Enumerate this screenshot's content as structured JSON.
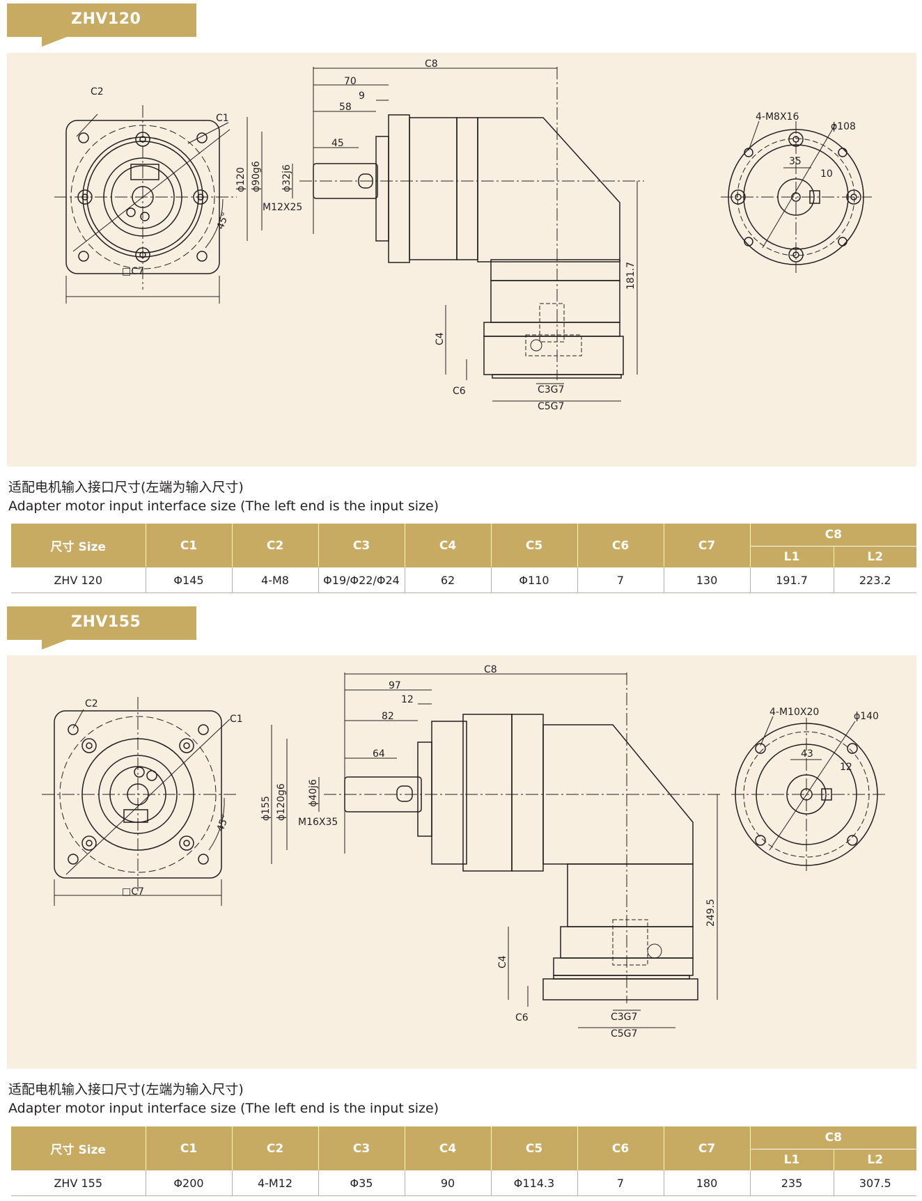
{
  "sections": [
    {
      "model": "ZHV120",
      "drawing": {
        "front_labels": {
          "c2": "C2",
          "c1": "C1",
          "c7": "□C7",
          "angle": "45°"
        },
        "side_labels": {
          "c8": "C8",
          "d70": "70",
          "d9": "9",
          "d58": "58",
          "d45": "45",
          "d120": "ϕ120",
          "d90": "ϕ90g6",
          "d32": "ϕ32j6",
          "thread": "M12X25",
          "height": "181.7",
          "c4": "C4",
          "c6": "C6",
          "c3": "C3G7",
          "c5": "C5G7"
        },
        "end_labels": {
          "holes": "4-M8X16",
          "pcd": "ϕ108",
          "key_h": "35",
          "key_w": "10"
        }
      },
      "caption_cn": "适配电机输入接口尺寸(左端为输入尺寸)",
      "caption_en": "Adapter motor input interface size (The left end is the input size)",
      "table": {
        "headers": [
          "尺寸 Size",
          "C1",
          "C2",
          "C3",
          "C4",
          "C5",
          "C6",
          "C7",
          "C8"
        ],
        "sub_headers": [
          "L1",
          "L2"
        ],
        "row": [
          "ZHV 120",
          "Φ145",
          "4-M8",
          "Φ19/Φ22/Φ24",
          "62",
          "Φ110",
          "7",
          "130",
          "191.7",
          "223.2"
        ]
      }
    },
    {
      "model": "ZHV155",
      "drawing": {
        "front_labels": {
          "c2": "C2",
          "c1": "C1",
          "c7": "□C7",
          "angle": "45°"
        },
        "side_labels": {
          "c8": "C8",
          "d70": "97",
          "d9": "12",
          "d58": "82",
          "d45": "64",
          "d120": "ϕ155",
          "d90": "ϕ120g6",
          "d32": "ϕ40j6",
          "thread": "M16X35",
          "height": "249.5",
          "c4": "C4",
          "c6": "C6",
          "c3": "C3G7",
          "c5": "C5G7"
        },
        "end_labels": {
          "holes": "4-M10X20",
          "pcd": "ϕ140",
          "key_h": "43",
          "key_w": "12"
        }
      },
      "caption_cn": "适配电机输入接口尺寸(左端为输入尺寸)",
      "caption_en": "Adapter motor input interface size (The left end is the input size)",
      "table": {
        "headers": [
          "尺寸 Size",
          "C1",
          "C2",
          "C3",
          "C4",
          "C5",
          "C6",
          "C7",
          "C8"
        ],
        "sub_headers": [
          "L1",
          "L2"
        ],
        "row": [
          "ZHV 155",
          "Φ200",
          "4-M12",
          "Φ35",
          "90",
          "Φ114.3",
          "7",
          "180",
          "235",
          "307.5"
        ]
      }
    }
  ],
  "colors": {
    "accent": "#c8ab62",
    "panel": "#f8efe0",
    "line": "#231f20"
  }
}
